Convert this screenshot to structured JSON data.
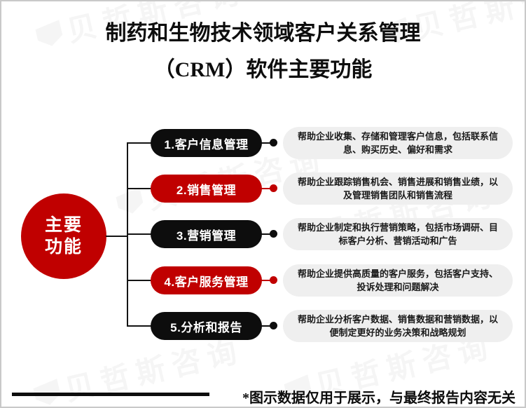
{
  "title": {
    "line1": "制药和生物技术领域客户关系管理",
    "line2": "（CRM）软件主要功能"
  },
  "hub": {
    "label_line1": "主要",
    "label_line2": "功能"
  },
  "features": [
    {
      "label": "1.客户信息管理",
      "description": "帮助企业收集、存储和管理客户信息，包括联系信息、购买历史、偏好和需求",
      "color": "#0D0D0D"
    },
    {
      "label": "2.销售管理",
      "description": "帮助企业跟踪销售机会、销售进展和销售业绩，以及管理销售团队和销售流程",
      "color": "#C00000"
    },
    {
      "label": "3.营销管理",
      "description": "帮助企业制定和执行营销策略，包括市场调研、目标客户分析、营销活动和广告",
      "color": "#0D0D0D"
    },
    {
      "label": "4.客户服务管理",
      "description": "帮助企业提供高质量的客户服务，包括客户支持、投诉处理和问题解决",
      "color": "#C00000"
    },
    {
      "label": "5.分析和报告",
      "description": "帮助企业分析客户数据、销售数据和营销数据，以便制定更好的业务决策和战略规划",
      "color": "#0D0D0D"
    }
  ],
  "footer": {
    "note": "*图示数据仅用于展示，与最终报告内容无关"
  },
  "watermark": {
    "text": "贝哲斯咨询"
  },
  "colors": {
    "accent_red": "#C00000",
    "pill_black": "#0D0D0D",
    "description_bg": "#EFEFEF",
    "border_gray": "#C9C9C9"
  }
}
